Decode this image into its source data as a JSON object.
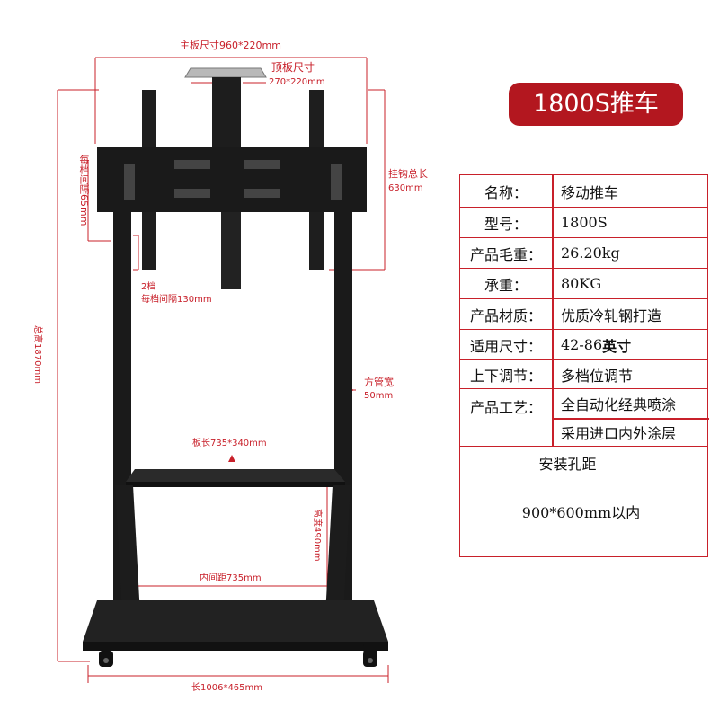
{
  "title": "1800S推车",
  "annotations": {
    "main_board": "主板尺寸960*220mm",
    "top_board": "顶板尺寸",
    "top_board_size": "270*220mm",
    "hook_total_label": "挂钩总长",
    "hook_total_value": "630mm",
    "per_gear": "每档间隔65mm",
    "gears_count": "2档",
    "gears_interval": "每档间隔130mm",
    "total_height": "总高1870mm",
    "tube_width_label": "方管宽",
    "tube_width_value": "50mm",
    "tray_size": "板长735*340mm",
    "height_490": "高度490mm",
    "inner_distance": "内间距735mm",
    "base_size": "长1006*465mm"
  },
  "specs": [
    {
      "key": "名称：",
      "value": "移动推车"
    },
    {
      "key": "型号：",
      "value": "1800S"
    },
    {
      "key": "产品毛重：",
      "value": "26.20kg"
    },
    {
      "key": "承重：",
      "value": "80KG"
    },
    {
      "key": "产品材质：",
      "value": "优质冷轧钢打造"
    },
    {
      "key": "适用尺寸：",
      "value_num": "42-86",
      "value_unit": "英寸"
    },
    {
      "key": "上下调节：",
      "value": "多档位调节"
    },
    {
      "key": "产品工艺：",
      "value_line1": "全自动化经典喷涂",
      "value_line2": "采用进口内外涂层"
    }
  ],
  "mount_hole_label": "安装孔距",
  "mount_hole_value": "900*600mm以内",
  "colors": {
    "accent": "#c8202a",
    "badge": "#b3171f",
    "product": "#1a1a1a"
  }
}
